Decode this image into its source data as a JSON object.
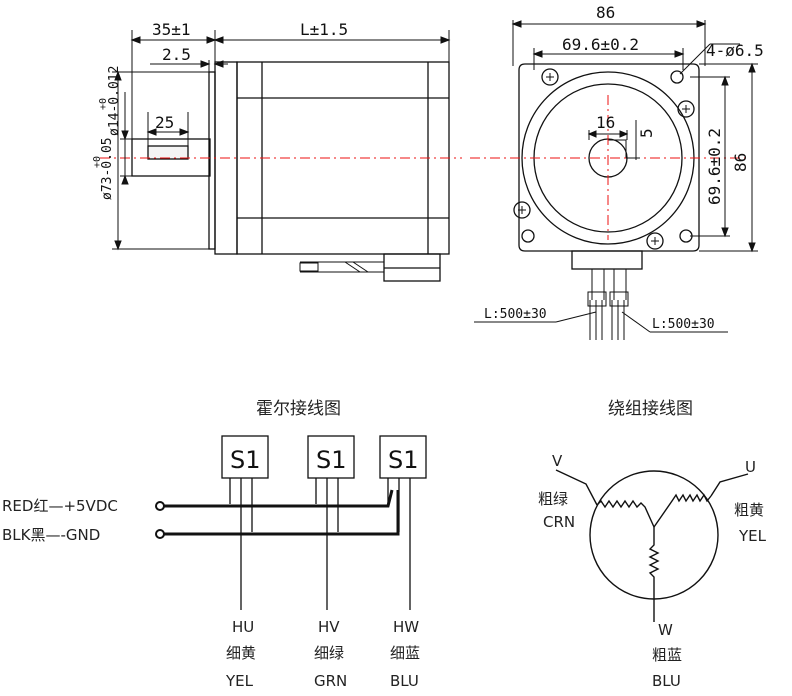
{
  "drawing": {
    "side_view": {
      "dim_flange_len": "35±1",
      "dim_body_len": "L±1.5",
      "dim_step": "2.5",
      "dim_key_len": "25",
      "dim_shaft_dia": "ø14-0.012",
      "dim_shaft_dia_tol": "+0",
      "dim_pilot_dia": "ø73-0.05",
      "dim_pilot_dia_tol": "+0"
    },
    "front_view": {
      "dim_width": "86",
      "dim_hole_span_h": "69.6±0.2",
      "dim_holes": "4-ø6.5",
      "dim_key_w": "16",
      "dim_key_h": "5",
      "dim_hole_span_v": "69.6±0.2",
      "dim_height": "86",
      "lead_left": "L:500±30",
      "lead_right": "L:500±30"
    }
  },
  "hall": {
    "title": "霍尔接线图",
    "sensor_label": "S1",
    "red_wire": "RED红—+5VDC",
    "blk_wire": "BLK黑—-GND",
    "outputs": [
      {
        "code": "HU",
        "cn": "细黄",
        "color": "YEL"
      },
      {
        "code": "HV",
        "cn": "细绿",
        "color": "GRN"
      },
      {
        "code": "HW",
        "cn": "细蓝",
        "color": "BLU"
      }
    ]
  },
  "winding": {
    "title": "绕组接线图",
    "v_phase": "V",
    "v_cn": "粗绿",
    "v_color": "CRN",
    "u_phase": "U",
    "u_cn": "粗黄",
    "u_color": "YEL",
    "w_phase": "W",
    "w_cn": "粗蓝",
    "w_color": "BLU"
  }
}
